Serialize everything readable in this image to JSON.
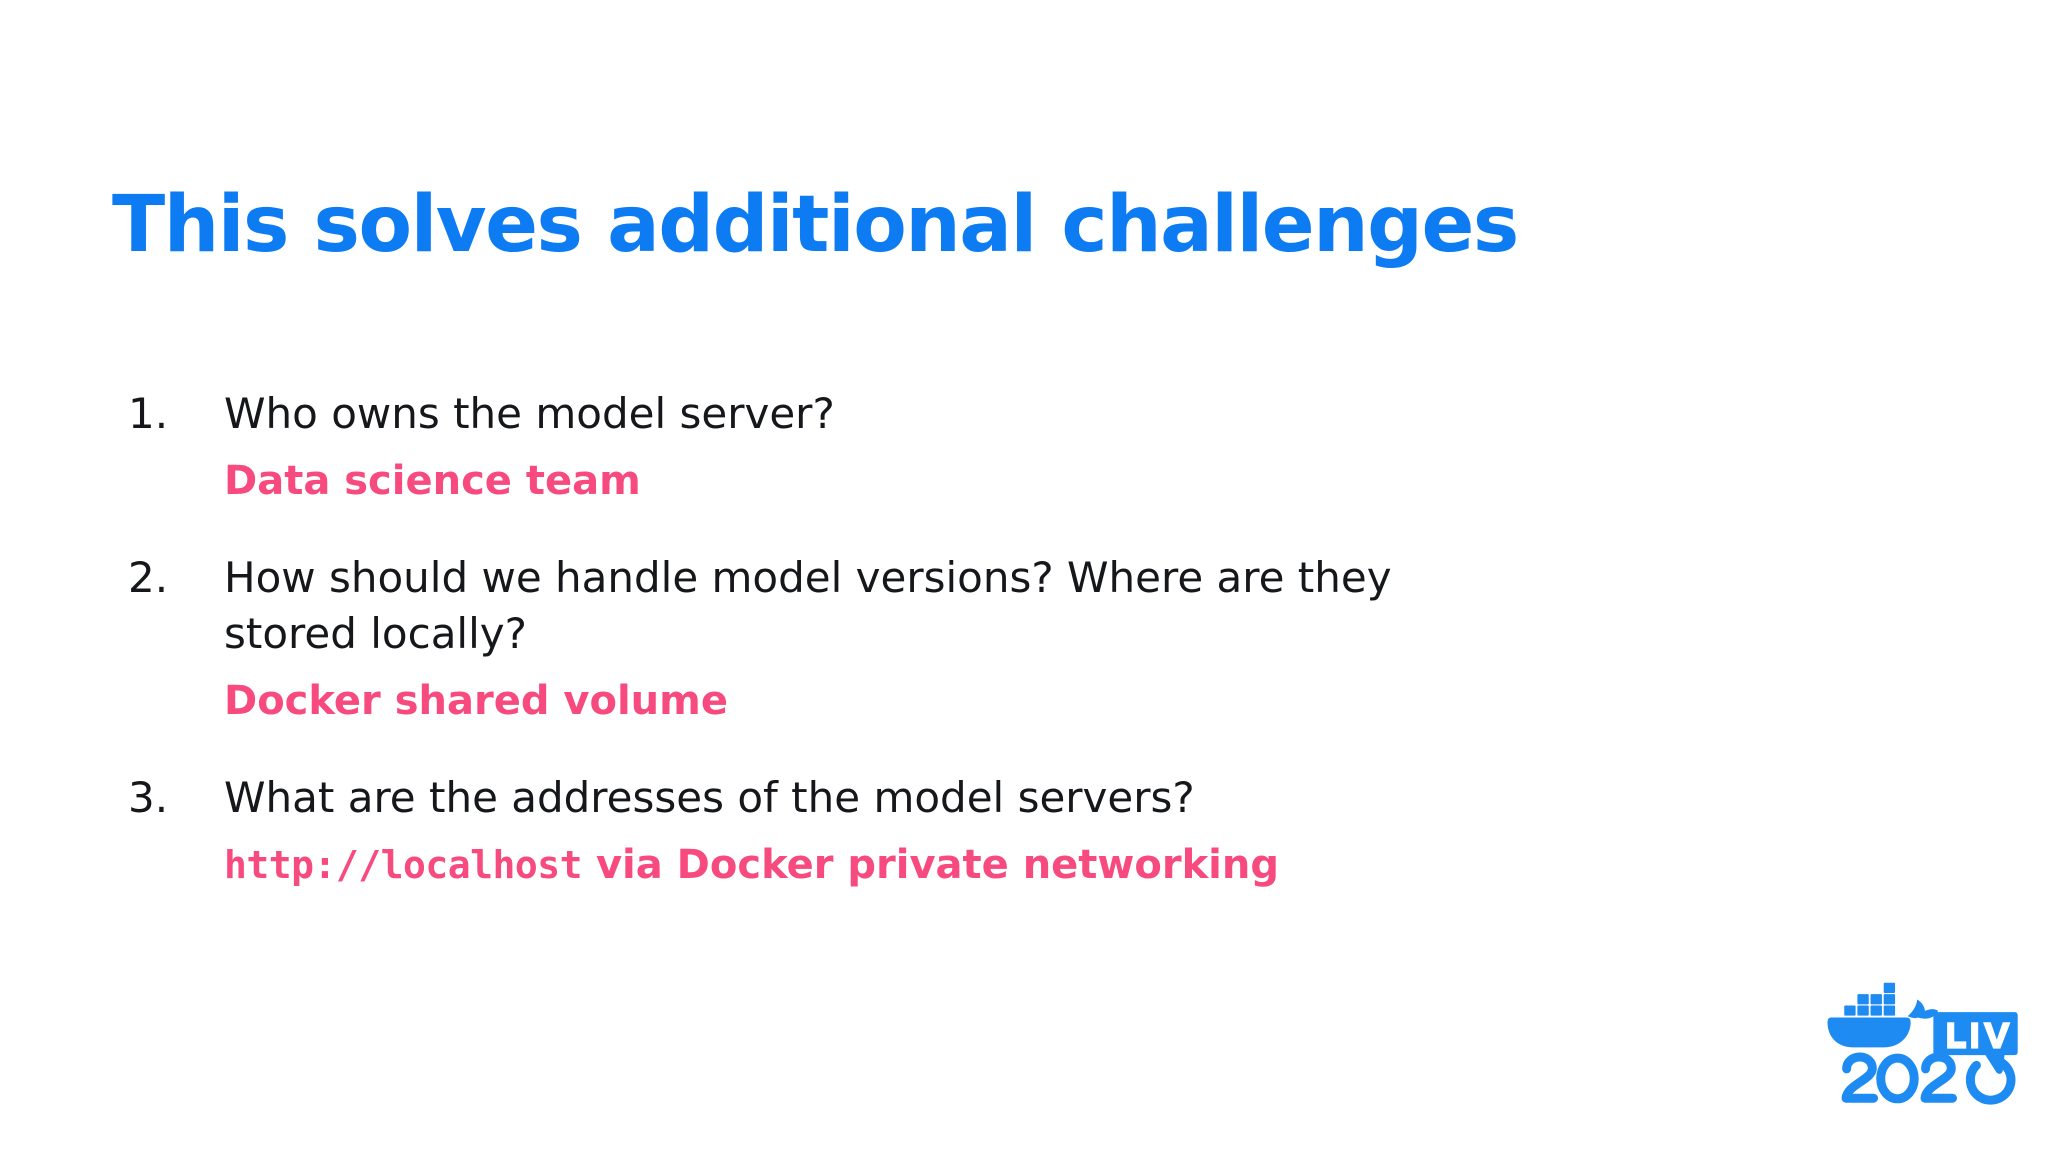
{
  "slide": {
    "title": "This solves additional challenges",
    "background_color": "#ffffff",
    "accent_blue": "#0d7cf2",
    "accent_pink": "#f74a7e",
    "text_color": "#15171a"
  },
  "list": {
    "items": [
      {
        "number": "1.",
        "question": "Who owns the model server?",
        "answer": "Data science team",
        "answer_mono": "",
        "answer_rest": ""
      },
      {
        "number": "2.",
        "question": "How should we handle model versions? Where are they stored locally?",
        "answer": "Docker shared volume",
        "answer_mono": "",
        "answer_rest": ""
      },
      {
        "number": "3.",
        "question": "What are the addresses of the model servers?",
        "answer": "",
        "answer_mono": "http://localhost",
        "answer_rest": " via Docker private networking"
      }
    ]
  },
  "logo": {
    "name": "docker-live-2020-logo",
    "brand": "Docker",
    "live_label": "LIVE",
    "year": "2020",
    "color": "#1d8bf1"
  }
}
